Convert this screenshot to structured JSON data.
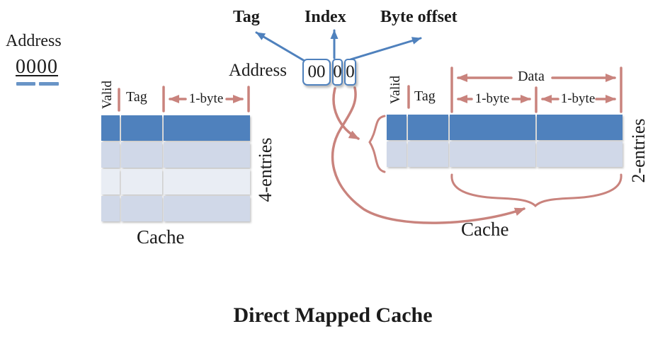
{
  "title": "Direct Mapped Cache",
  "address_example": {
    "label": "Address",
    "value": "0000"
  },
  "address_breakdown": {
    "label": "Address",
    "tag_bits": "00",
    "index_bit": "0",
    "offset_bit": "0",
    "field_labels": {
      "tag": "Tag",
      "index": "Index",
      "byte_offset": "Byte offset"
    }
  },
  "left_cache": {
    "columns": {
      "valid": "Valid",
      "tag": "Tag",
      "byte": "1-byte"
    },
    "entries_label": "4-entries",
    "caption": "Cache",
    "num_entries": 4,
    "num_columns": 3
  },
  "right_cache": {
    "columns": {
      "valid": "Valid",
      "tag": "Tag",
      "data": "Data",
      "byte1": "1-byte",
      "byte2": "1-byte"
    },
    "entries_label": "2-entries",
    "caption": "Cache",
    "num_entries": 2,
    "num_columns": 4
  },
  "colors": {
    "accent_blue": "#4F81BD",
    "accent_pink": "#C9837D",
    "row_selected": "#4F81BD",
    "row_band_dark": "#D0D8E8",
    "row_band_light": "#E9EDF4"
  }
}
